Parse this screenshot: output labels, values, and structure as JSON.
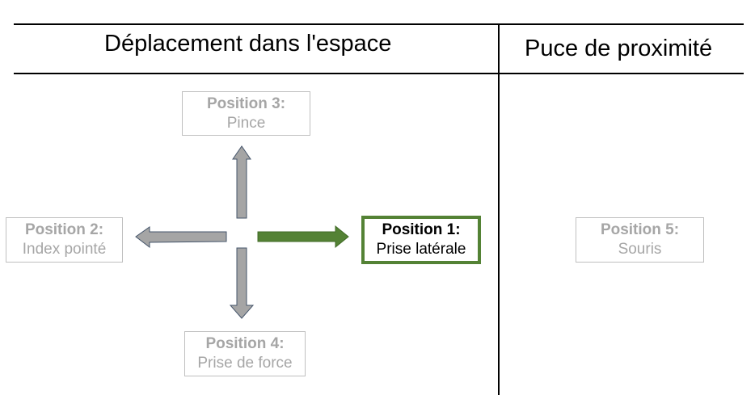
{
  "headers": {
    "left": "Déplacement dans l'espace",
    "right": "Puce de proximité"
  },
  "positions": {
    "p1": {
      "title": "Position 1:",
      "label": "Prise latérale",
      "state": "active"
    },
    "p2": {
      "title": "Position 2:",
      "label": "Index pointé",
      "state": "inactive"
    },
    "p3": {
      "title": "Position 3:",
      "label": "Pince",
      "state": "inactive"
    },
    "p4": {
      "title": "Position 4:",
      "label": "Prise de force",
      "state": "inactive"
    },
    "p5": {
      "title": "Position 5:",
      "label": "Souris",
      "state": "inactive"
    }
  },
  "colors": {
    "active_border": "#548235",
    "inactive_border": "#bfbfbf",
    "inactive_text": "#a6a6a6",
    "arrow_gray_fill": "#a5a5a5",
    "arrow_gray_stroke": "#44546a",
    "arrow_green_fill": "#548235"
  }
}
